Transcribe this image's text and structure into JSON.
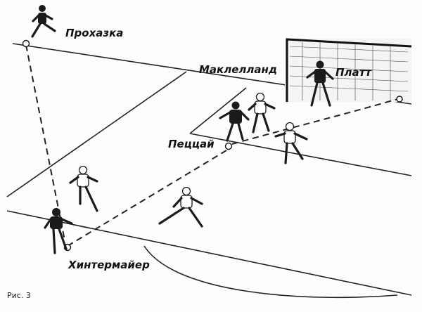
{
  "labels": {
    "player_top_left": "Прохазка",
    "player_center": "Маклелланд",
    "goalkeeper": "Платт",
    "player_mid": "Пеццай",
    "player_bottom": "Хинтермайер"
  },
  "caption": "Рис. 3",
  "colors": {
    "ink": "#1b1b1b",
    "paper": "#fdfdfb"
  }
}
